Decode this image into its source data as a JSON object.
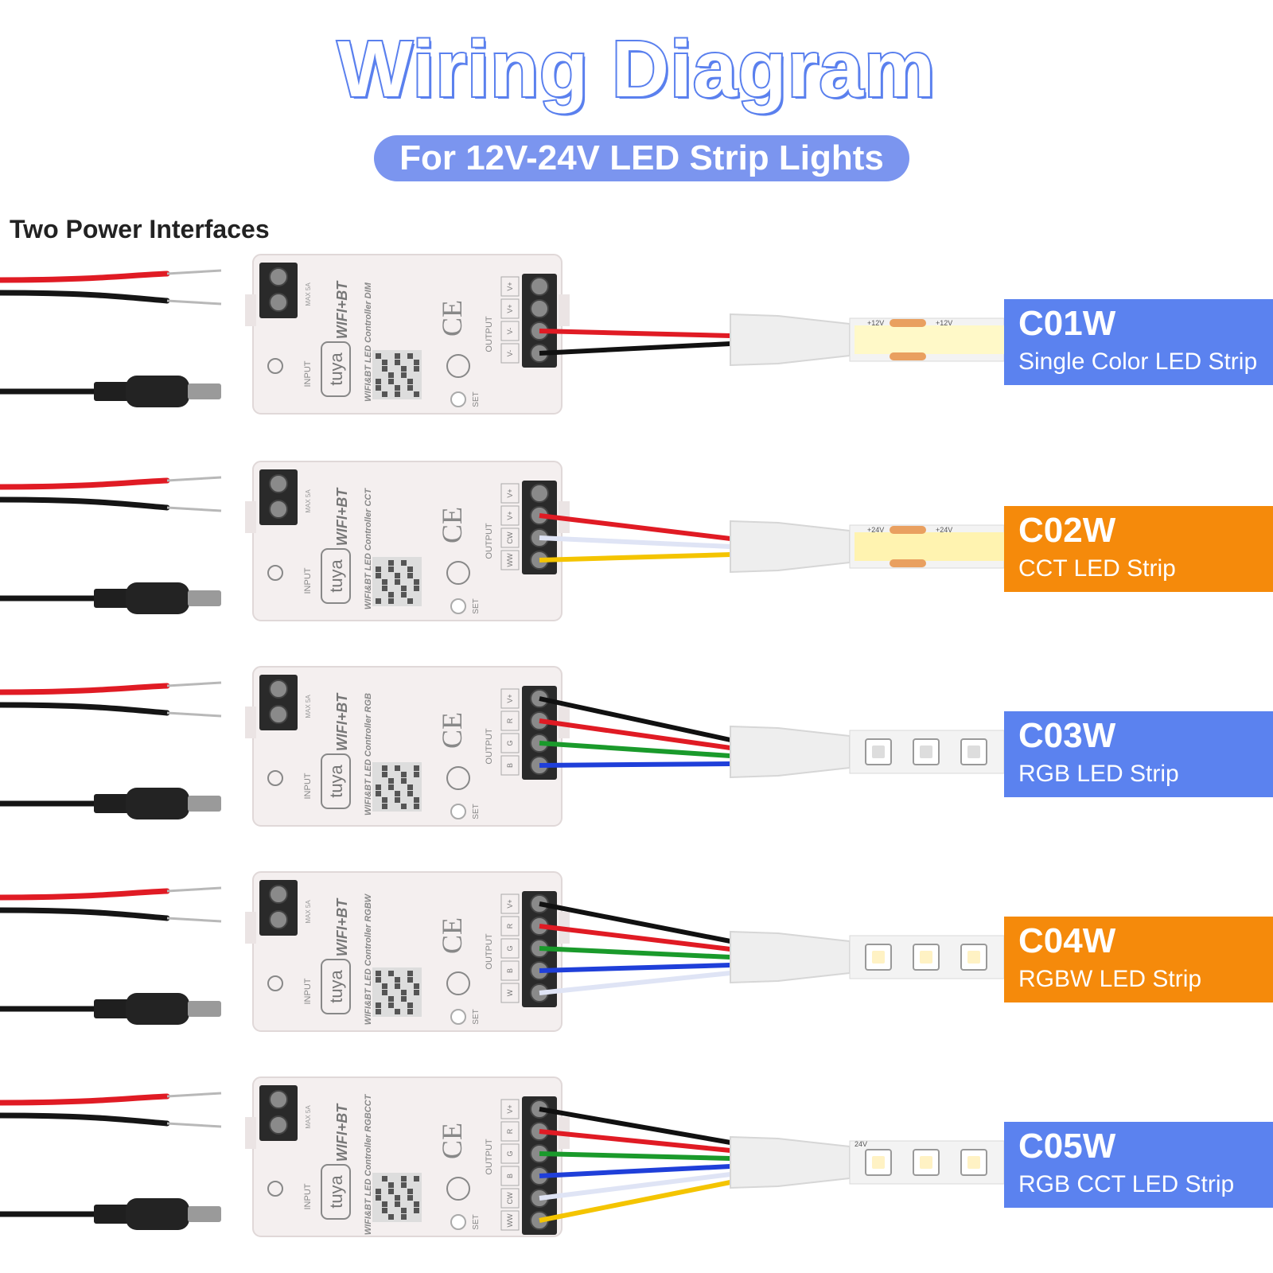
{
  "title": "Wiring Diagram",
  "subtitle": "For 12V-24V LED Strip Lights",
  "power_label": "Two Power Interfaces",
  "controller": {
    "brand": "tuya",
    "wireless": "WIFI+BT",
    "input_label": "INPUT",
    "output_label": "OUTPUT",
    "set_label": "SET",
    "max_label": "MAX 5A"
  },
  "strips": [
    {
      "code": "C01W",
      "desc": "Single Color LED Strip",
      "color": "#5b82ef",
      "model": "WIFI&BT LED Controller DIM",
      "terminals": [
        "V+",
        "V+",
        "V-",
        "V-"
      ],
      "wires": [
        "#e01b24",
        "#111111"
      ],
      "strip_type": "cob",
      "strip_mark": "+12V"
    },
    {
      "code": "C02W",
      "desc": "CCT LED Strip",
      "color": "#f58a0b",
      "model": "WIFI&BT LED Controller CCT",
      "terminals": [
        "V+",
        "V+",
        "CW",
        "WW"
      ],
      "wires": [
        "#e01b24",
        "#dfe4f5",
        "#f4c400"
      ],
      "strip_type": "cob",
      "strip_mark": "+24V"
    },
    {
      "code": "C03W",
      "desc": "RGB LED Strip",
      "color": "#5b82ef",
      "model": "WIFI&BT LED Controller RGB",
      "terminals": [
        "V+",
        "R",
        "G",
        "B"
      ],
      "wires": [
        "#111111",
        "#e01b24",
        "#1a9a2b",
        "#1f3fd9"
      ],
      "strip_type": "smd",
      "strip_mark": ""
    },
    {
      "code": "C04W",
      "desc": "RGBW LED Strip",
      "color": "#f58a0b",
      "model": "WIFI&BT LED Controller RGBW",
      "terminals": [
        "V+",
        "R",
        "G",
        "B",
        "W"
      ],
      "wires": [
        "#111111",
        "#e01b24",
        "#1a9a2b",
        "#1f3fd9",
        "#dfe4f5"
      ],
      "strip_type": "smd",
      "strip_mark": ""
    },
    {
      "code": "C05W",
      "desc": "RGB CCT LED Strip",
      "color": "#5b82ef",
      "model": "WIFI&BT LED Controller RGBCCT",
      "terminals": [
        "V+",
        "R",
        "G",
        "B",
        "CW",
        "WW"
      ],
      "wires": [
        "#111111",
        "#e01b24",
        "#1a9a2b",
        "#1f3fd9",
        "#dfe4f5",
        "#f4c400"
      ],
      "strip_type": "smd",
      "strip_mark": "24V"
    }
  ]
}
